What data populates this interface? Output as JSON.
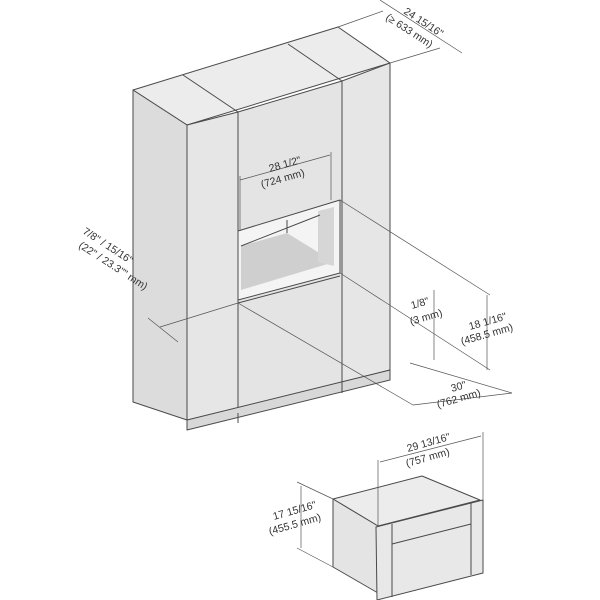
{
  "colors": {
    "background": "#ffffff",
    "cabinet_front": "#e4e4e4",
    "cabinet_side": "#dcdcdc",
    "cabinet_top": "#ececec",
    "niche_inner": "#d0d0d0",
    "outline": "#4a4a4a",
    "dimension_line": "#555555",
    "text": "#333333"
  },
  "dimensions": {
    "depth": {
      "imperial": "24 15/16\"",
      "metric": "(≥ 633 mm)"
    },
    "niche_width": {
      "imperial": "28 1/2\"",
      "metric": "(724 mm)"
    },
    "panel_thickness": {
      "imperial": "7/8\" / 15/16\"",
      "metric": "(22\" / 23.3\"\" mm)"
    },
    "gap": {
      "imperial": "1/8\"",
      "metric": "(3 mm)"
    },
    "niche_height": {
      "imperial": "18 1/16\"",
      "metric": "(458.5 mm)"
    },
    "cabinet_width": {
      "imperial": "30\"",
      "metric": "(762 mm)"
    },
    "appliance_width": {
      "imperial": "29 13/16\"",
      "metric": "(757 mm)"
    },
    "appliance_height": {
      "imperial": "17 15/16\"",
      "metric": "(455.5 mm)"
    }
  }
}
